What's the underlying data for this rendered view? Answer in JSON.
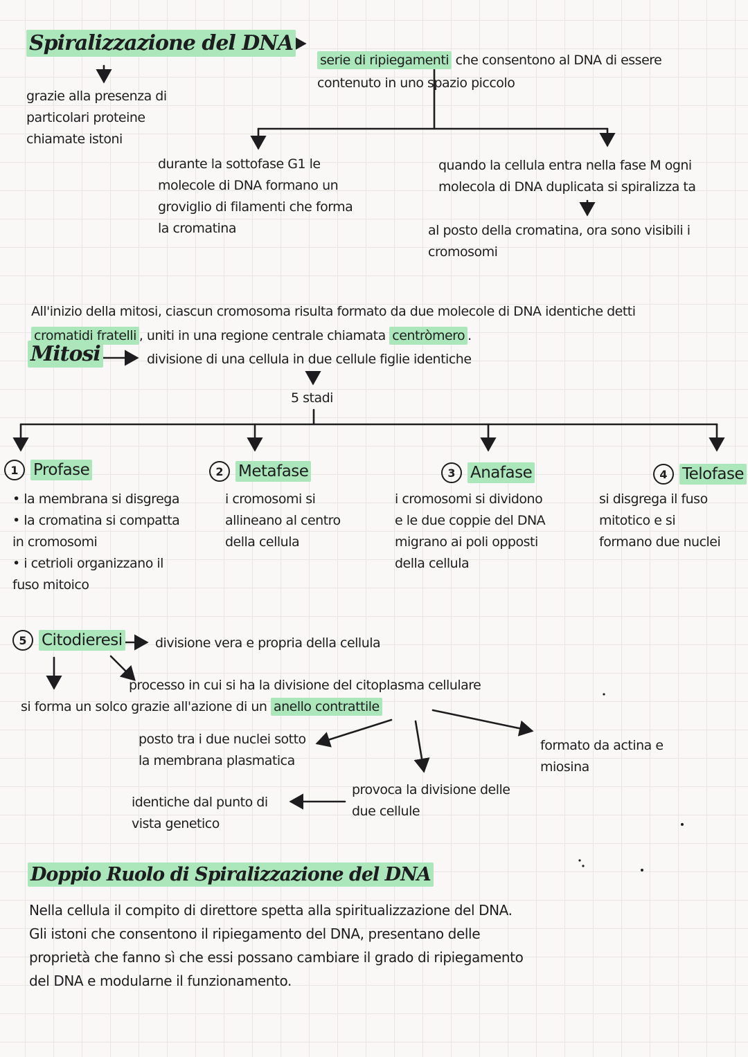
{
  "colors": {
    "highlight": "#abe7ba",
    "ink": "#1d1d1f",
    "paper": "#f9f8f6",
    "grid_line": "#e9e6e2"
  },
  "sections": {
    "spiralizzazione": {
      "title": "Spiralizzazione del DNA",
      "definition_highlight": "serie di ripiegamenti",
      "definition_rest": " che consentono al DNA di essere\ncontenuto in uno spazio piccolo",
      "istoni_note": "grazie alla presenza di\nparticolari proteine\nchiamate istoni",
      "g1_note": "durante la sottofase G1 le\nmolecole di DNA formano un\ngroviglio di filamenti che forma\nla cromatina",
      "fase_m_note": "quando la cellula entra nella fase M ogni\nmolecola di DNA duplicata si spiralizza ta",
      "cromosomi_note": "al posto della cromatina, ora sono visibili i\ncromosomi",
      "intro_mitosi_p1": "All'inizio della mitosi, ciascun cromosoma risulta formato da due molecole di DNA identiche detti\n",
      "intro_mitosi_h1": "cromatidi fratelli",
      "intro_mitosi_p2": ", uniti in una regione centrale chiamata ",
      "intro_mitosi_h2": "centròmero",
      "intro_mitosi_p3": "."
    },
    "mitosi": {
      "title": "Mitosi",
      "definition": "divisione di una cellula in due cellule figlie identiche",
      "stages_label": "5 stadi",
      "phases": [
        {
          "num": "1",
          "name": "Profase",
          "notes": "• la membrana si disgrega\n• la cromatina si compatta\nin cromosomi\n• i cetrioli organizzano il\nfuso mitoico"
        },
        {
          "num": "2",
          "name": "Metafase",
          "notes": "i cromosomi si\nallineano al centro\ndella cellula"
        },
        {
          "num": "3",
          "name": "Anafase",
          "notes": "i cromosomi si dividono\ne le due coppie del DNA\nmigrano ai poli opposti\ndella cellula"
        },
        {
          "num": "4",
          "name": "Telofase",
          "notes": "si disgrega il fuso\nmitotico e si\nformano due nuclei"
        }
      ]
    },
    "citodieresi": {
      "num": "5",
      "name": "Citodieresi",
      "definition": "divisione vera e propria della cellula",
      "processo": "processo in cui si ha la divisione del citoplasma cellulare",
      "solco_pre": "si forma un solco grazie all'azione di un ",
      "solco_highlight": "anello contrattile",
      "posto": "posto tra i due nuclei sotto\nla membrana plasmatica",
      "actina": "formato da actina e\nmiosina",
      "provoca": "provoca la divisione delle\ndue cellule",
      "identiche": "identiche dal punto di\nvista genetico"
    },
    "doppio_ruolo": {
      "title": "Doppio Ruolo di Spiralizzazione del DNA",
      "body": "Nella cellula il compito di direttore spetta alla spiritualizzazione del DNA.\nGli istoni che consentono il ripiegamento del DNA, presentano delle\nproprietà che fanno sì che essi possano cambiare il grado di ripiegamento\ndel DNA e modularne il funzionamento."
    }
  }
}
